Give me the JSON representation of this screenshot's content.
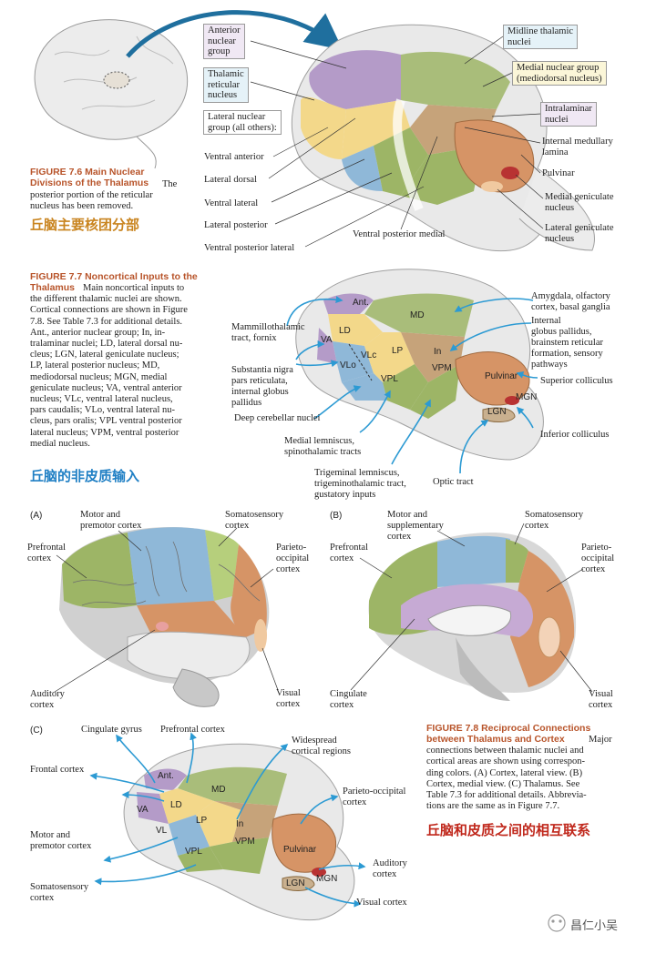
{
  "fig76": {
    "title": "FIGURE 7.6  Main Nuclear\nDivisions of the Thalamus",
    "caption_rest": "The\nposterior portion of the reticular\nnucleus has been removed.",
    "chinese": "丘脑主要核团分部",
    "boxes": {
      "anterior": "Anterior\nnuclear\ngroup",
      "reticular": "Thalamic\nreticular\nnucleus",
      "lateral": "Lateral nuclear\ngroup (all others):",
      "midline": "Midline thalamic\nnuclei",
      "medial": "Medial nuclear group\n(mediodorsal nucleus)",
      "intralaminar": "Intralaminar\nnuclei"
    },
    "labels": {
      "ventral_anterior": "Ventral anterior",
      "lateral_dorsal": "Lateral dorsal",
      "ventral_lateral": "Ventral lateral",
      "lateral_posterior": "Lateral posterior",
      "ventral_posterior_lateral": "Ventral posterior lateral",
      "ventral_posterior_medial": "Ventral posterior medial",
      "internal_medullary": "Internal medullary\nlamina",
      "pulvinar": "Pulvinar",
      "medial_geniculate": "Medial geniculate\nnucleus",
      "lateral_geniculate": "Lateral geniculate\nnucleus"
    }
  },
  "fig77": {
    "title": "FIGURE 7.7  Noncortical Inputs to the\nThalamus",
    "caption_rest": "Main noncortical inputs to\nthe different thalamic nuclei are shown.\nCortical connections are shown in Figure\n7.8. See Table 7.3 for additional details.\nAnt., anterior nuclear group; In, in-\ntralaminar nuclei; LD, lateral dorsal nu-\ncleus; LGN, lateral geniculate nucleus;\nLP, lateral posterior nucleus; MD,\nmediodorsal nucleus; MGN, medial\ngeniculate nucleus; VA, ventral anterior\nnucleus; VLc, ventral lateral nucleus,\npars caudalis; VLo, ventral lateral nu-\ncleus, pars oralis; VPL ventral posterior\nlateral nucleus; VPM, ventral posterior\nmedial nucleus.",
    "chinese": "丘脑的非皮质输入",
    "nuclei": {
      "ant": "Ant.",
      "md": "MD",
      "ld": "LD",
      "va": "VA",
      "vlc": "VLc",
      "lp": "LP",
      "vlo": "VLo",
      "vpl": "VPL",
      "in": "In",
      "vpm": "VPM",
      "pulvinar": "Pulvinar",
      "lgn": "LGN",
      "mgn": "MGN"
    },
    "labels": {
      "mammillo": "Mammillothalamic\ntract, fornix",
      "substantia": "Substantia nigra\npars reticulata,\ninternal globus\npallidus",
      "deep_cereb": "Deep cerebellar nuclei",
      "medial_lemn": "Medial lemniscus,\nspinothalamic tracts",
      "trigeminal": "Trigeminal lemniscus,\ntrigeminothalamic tract,\ngustatory inputs",
      "optic": "Optic tract",
      "amygdala": "Amygdala, olfactory\ncortex, basal ganglia",
      "internal_gp": "Internal\nglobus pallidus,\nbrainstem reticular\nformation, sensory\npathways",
      "sup_coll": "Superior colliculus",
      "inf_coll": "Inferior colliculus"
    }
  },
  "fig78": {
    "panel_a": "(A)",
    "panel_b": "(B)",
    "panel_c": "(C)",
    "a_labels": {
      "prefrontal": "Prefrontal\ncortex",
      "motor": "Motor and\npremotor cortex",
      "somato": "Somatosensory\ncortex",
      "parieto": "Parieto-\noccipital\ncortex",
      "auditory": "Auditory\ncortex",
      "visual": "Visual\ncortex"
    },
    "b_labels": {
      "prefrontal": "Prefrontal\ncortex",
      "motor": "Motor and\nsupplementary\ncortex",
      "somato": "Somatosensory\ncortex",
      "parieto": "Parieto-\noccipital\ncortex",
      "cingulate": "Cingulate\ncortex",
      "visual": "Visual\ncortex"
    },
    "c_labels": {
      "cingulate": "Cingulate gyrus",
      "prefrontal": "Prefrontal cortex",
      "widespread": "Widespread\ncortical regions",
      "frontal": "Frontal cortex",
      "parieto": "Parieto-occipital\ncortex",
      "motor": "Motor and\npremotor cortex",
      "auditory": "Auditory\ncortex",
      "somato": "Somatosensory\ncortex",
      "visual": "Visual cortex"
    },
    "c_nuclei": {
      "ant": "Ant.",
      "md": "MD",
      "va": "VA",
      "ld": "LD",
      "vl": "VL",
      "lp": "LP",
      "in": "In",
      "vpl": "VPL",
      "vpm": "VPM",
      "pulvinar": "Pulvinar",
      "lgn": "LGN",
      "mgn": "MGN"
    },
    "title": "FIGURE 7.8  Reciprocal Connections\nbetween Thalamus and Cortex",
    "caption_rest": "Major\nconnections between thalamic nuclei and\ncortical areas are shown using correspon-\nding colors. (A) Cortex, lateral view. (B)\nCortex, medial view. (C) Thalamus. See\nTable 7.3 for additional details. Abbrevia-\ntions are the same as in Figure 7.7.",
    "chinese": "丘脑和皮质之间的相互联系"
  },
  "watermark": "昌仁小吴",
  "colors": {
    "arrow_blue": "#2c9ad3",
    "purple": "#b49bc8",
    "blue_region": "#8fb8d8",
    "green": "#9db566",
    "orange": "#d69466",
    "yellow": "#f3d88a",
    "title_orange": "#b8542a"
  }
}
